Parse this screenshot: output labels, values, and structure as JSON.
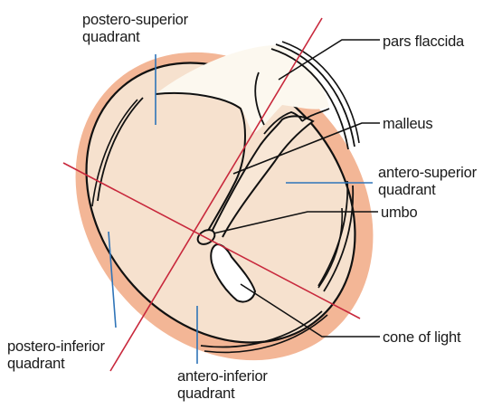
{
  "colors": {
    "rim": "#f3b696",
    "membrane": "#f6e1ce",
    "pars_flaccida_fill": "#fcf8ef",
    "cone_fill": "#ffffff",
    "outline": "#111111",
    "axis_line": "#c8283c",
    "pointer_blue": "#2f74b8",
    "pointer_black": "#111111"
  },
  "labels": {
    "postero_superior": [
      "postero-superior",
      "quadrant"
    ],
    "pars_flaccida": "pars flaccida",
    "malleus": "malleus",
    "antero_superior": [
      "antero-superior",
      "quadrant"
    ],
    "umbo": "umbo",
    "postero_inferior": [
      "postero-inferior",
      "quadrant"
    ],
    "antero_inferior": [
      "antero-inferior",
      "quadrant"
    ],
    "cone_of_light": "cone of light"
  }
}
